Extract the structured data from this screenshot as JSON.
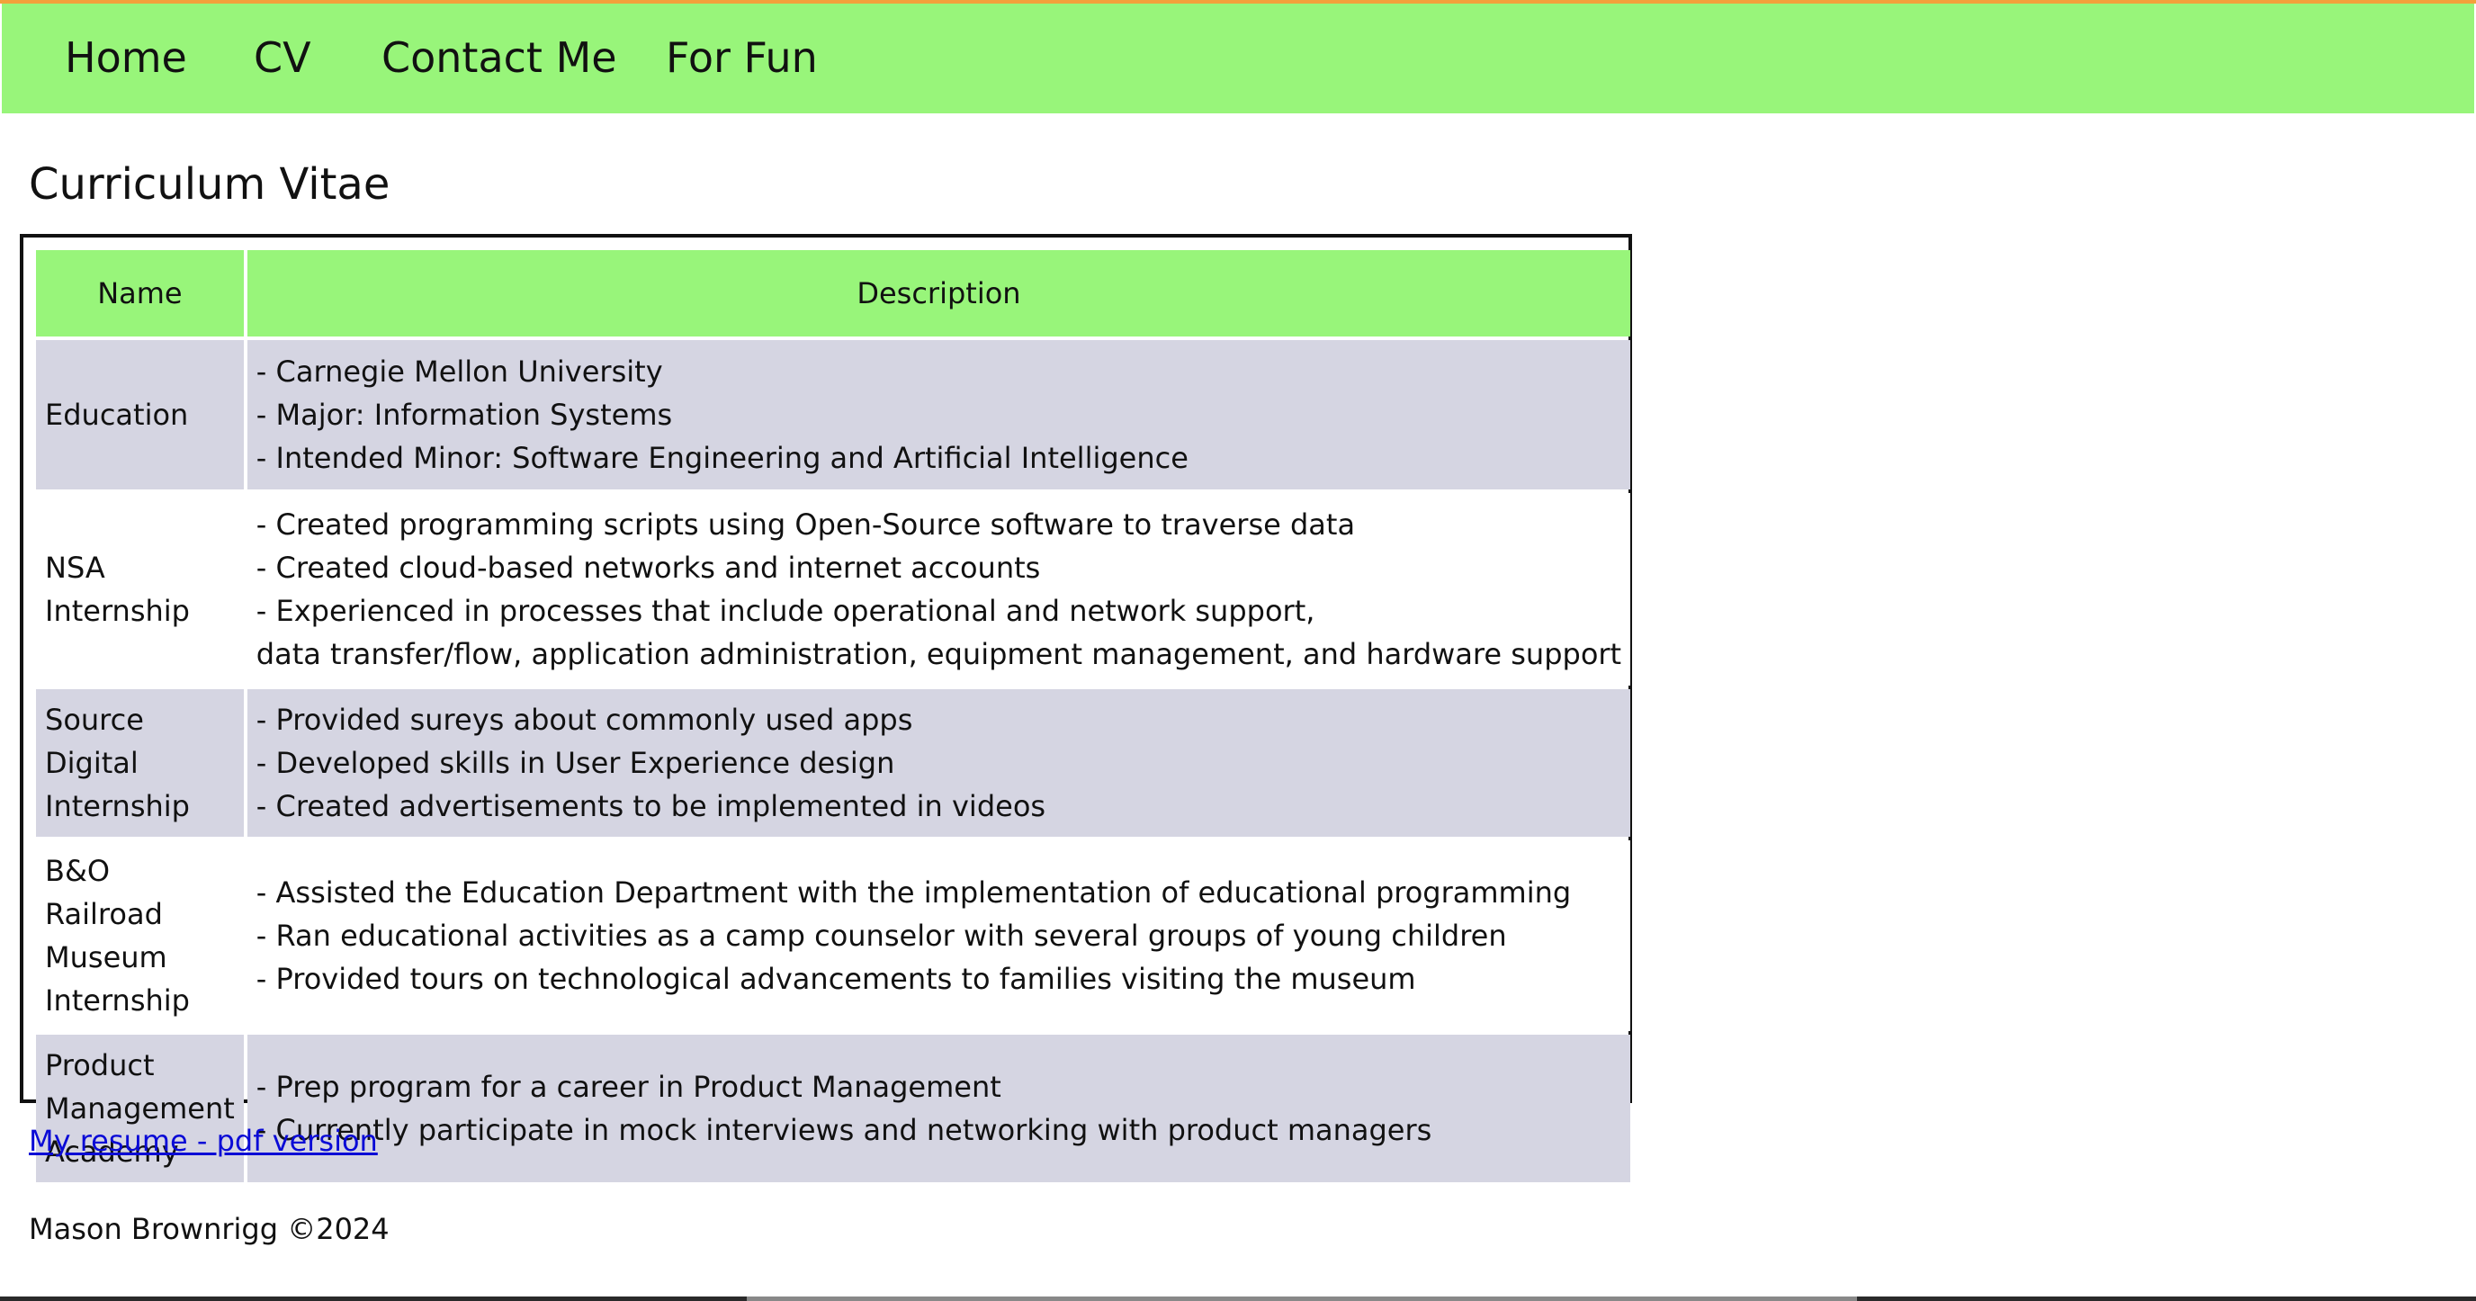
{
  "nav": {
    "items": [
      {
        "label": "Home"
      },
      {
        "label": "CV"
      },
      {
        "label": "Contact Me"
      },
      {
        "label": "For Fun"
      }
    ]
  },
  "page": {
    "title": "Curriculum Vitae"
  },
  "table": {
    "headers": [
      "Name",
      "Description"
    ],
    "rows": [
      {
        "name": "Education",
        "lines": [
          "- Carnegie Mellon University",
          "- Major: Information Systems",
          "- Intended Minor: Software Engineering and Artificial Intelligence"
        ]
      },
      {
        "name": "NSA Internship",
        "lines": [
          "- Created programming scripts using Open-Source software to traverse data",
          "- Created cloud-based networks and internet accounts",
          "- Experienced in processes that include operational and network support,",
          "data transfer/flow, application administration, equipment management, and hardware support"
        ]
      },
      {
        "name": "Source Digital Internship",
        "lines": [
          "- Provided sureys about commonly used apps",
          "- Developed skills in User Experience design",
          "- Created advertisements to be implemented in videos"
        ]
      },
      {
        "name": "B&O Railroad Museum Internship",
        "lines": [
          "- Assisted the Education Department with the implementation of educational programming",
          "- Ran educational activities as a camp counselor with several groups of young children",
          "- Provided tours on technological advancements to families visiting the museum"
        ]
      },
      {
        "name": "Product Management Academy",
        "lines": [
          "- Prep program for a career in Product Management",
          "- Currently participate in mock interviews and networking with product managers"
        ]
      }
    ]
  },
  "resume_link": {
    "label": "My resume - pdf version"
  },
  "footer": {
    "text": "Mason Brownrigg ©2024"
  },
  "colors": {
    "nav_bg": "#98f57a",
    "top_accent": "#f3a13b",
    "shaded_row": "#d5d5e2",
    "link": "#0a0ad6"
  }
}
